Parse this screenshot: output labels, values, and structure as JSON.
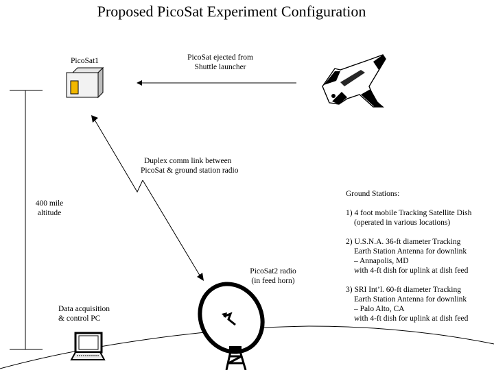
{
  "title": "Proposed PicoSat Experiment Configuration",
  "labels": {
    "picosat1": "PicoSat1",
    "ejected_line1": "PicoSat ejected from",
    "ejected_line2": "Shuttle launcher",
    "duplex_line1": "Duplex comm link between",
    "duplex_line2": "PicoSat & ground station radio",
    "altitude_line1": "400 mile",
    "altitude_line2": "altitude",
    "picosat2_line1": "PicoSat2 radio",
    "picosat2_line2": "(in feed horn)",
    "pc_line1": "Data acquisition",
    "pc_line2": "& control PC"
  },
  "ground_stations": {
    "heading": "Ground Stations:",
    "items": [
      {
        "lines": [
          "1) 4 foot mobile Tracking Satellite Dish",
          "(operated in various locations)"
        ]
      },
      {
        "lines": [
          "2) U.S.N.A. 36-ft diameter Tracking",
          "Earth Station Antenna for downlink",
          "– Annapolis, MD",
          "with 4-ft dish for uplink at dish feed"
        ]
      },
      {
        "lines": [
          "3) SRI Int’l. 60-ft diameter Tracking",
          "Earth Station Antenna for downlink",
          "– Palo Alto, CA",
          "with 4-ft dish for uplink at dish feed"
        ]
      }
    ]
  },
  "icons": [
    "space-shuttle-icon",
    "picosat-cube-icon",
    "satellite-dish-icon",
    "laptop-icon"
  ],
  "colors": {
    "picosat_panel": "#f2b800",
    "cube_face": "#f2f2f2",
    "ink": "#000000"
  }
}
